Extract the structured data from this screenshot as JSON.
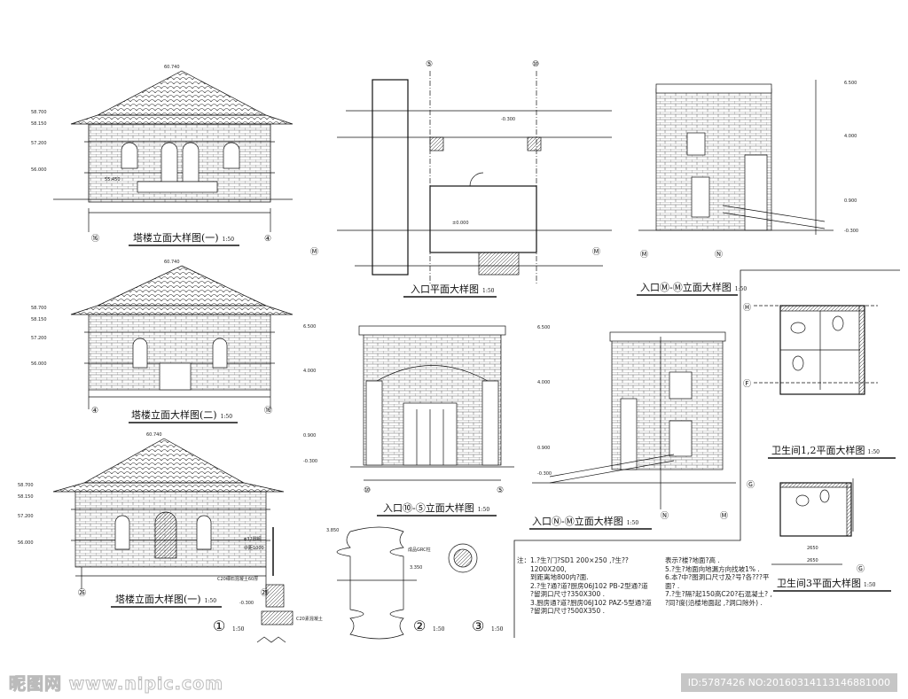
{
  "drawings": {
    "tower_elevation_1": {
      "title": "塔楼立面大样图(一)",
      "scale": "1:50",
      "axis_left": "⑯",
      "axis_right": "④",
      "elevations": [
        "60.740",
        "58.700",
        "58.150",
        "57.200",
        "56.000",
        "55.450"
      ]
    },
    "tower_elevation_2": {
      "title": "塔楼立面大样图(二)",
      "scale": "1:50",
      "axis_left": "④",
      "axis_right": "⑯",
      "elevations": [
        "60.740",
        "58.700",
        "58.150",
        "57.200",
        "56.000"
      ]
    },
    "tower_elevation_3": {
      "title": "塔楼立面大样图(一)",
      "scale": "1:50",
      "axis_left": "㉖",
      "axis_right": "㉙",
      "elevations": [
        "60.740",
        "58.700",
        "58.150",
        "57.200",
        "56.000"
      ]
    },
    "entrance_plan": {
      "title": "入口平面大样图",
      "scale": "1:50",
      "axis_top_left": "⑤",
      "axis_top_right": "⑩",
      "axis_left": "Ⓜ",
      "axis_right": "Ⓜ",
      "level": "±0.000",
      "level2": "-0.300"
    },
    "entrance_elev_mn": {
      "title": "入口Ⓜ-Ⓜ立面大样图",
      "scale": "1:50",
      "axis_left": "Ⓜ",
      "axis_right": "Ⓝ",
      "elevations": [
        "6.500",
        "4.000",
        "0.900",
        "-0.300"
      ]
    },
    "entrance_elev_10_5": {
      "title": "入口⑩-⑤立面大样图",
      "scale": "1:50",
      "axis_left": "⑩",
      "axis_right": "⑤",
      "elevations": [
        "6.500",
        "4.000",
        "0.900",
        "-0.300"
      ]
    },
    "entrance_elev_nm": {
      "title": "入口Ⓝ-Ⓜ立面大样图",
      "scale": "1:50",
      "axis_left": "Ⓝ",
      "axis_right": "Ⓜ",
      "elevations": [
        "6.500",
        "4.000",
        "0.900",
        "-0.300"
      ]
    },
    "toilet_plan_12": {
      "title": "卫生间1,2平面大样图",
      "scale": "1:50",
      "axis_top": "Ⓗ",
      "axis_bottom": "Ⓕ"
    },
    "toilet_plan_3": {
      "title": "卫生间3平面大样图",
      "scale": "1:50",
      "axis_top": "Ⓖ",
      "axis_bottom": "Ⓖ",
      "dims": [
        "2650",
        "2650"
      ]
    },
    "detail_1": {
      "label": "①",
      "scale": "1:50",
      "notes": [
        "φ32圆钢",
        "中距1000",
        "C20细石混凝土60厚",
        "C20素混凝土",
        "-0.300"
      ]
    },
    "detail_2": {
      "label": "②",
      "scale": "1:50",
      "notes": [
        "成品GRC柱",
        "3.850",
        "3.350"
      ]
    },
    "detail_3": {
      "label": "③",
      "scale": "1:50"
    }
  },
  "notes": {
    "lead": "注：",
    "lines": [
      "1.?生?门?SD1 200×250 ,?生??1200X200,",
      "到距离地800内?面.",
      "2.?生?通?道?厨房06J102 PB-2型通?道",
      "?留洞口尺寸?350X300 .",
      "3.厨房通?道?厨房06J102 PAZ-5型通?道",
      "?留洞口尺寸?500X350 .",
      "表示?楼?地面?高 .",
      "5.?生?地面向地漏方向找坡1% .",
      "6.本?中?图洞口尺寸及?号?各???平面? .",
      "7.?生?隔?起150高C20?石混凝土? ,",
      "?同?度(沿楼地面起 ,?洞口除外) ."
    ]
  },
  "watermark": {
    "site": "昵图网 www.nipic.com",
    "id": "ID:5787426 NO:20160314113146881000"
  }
}
